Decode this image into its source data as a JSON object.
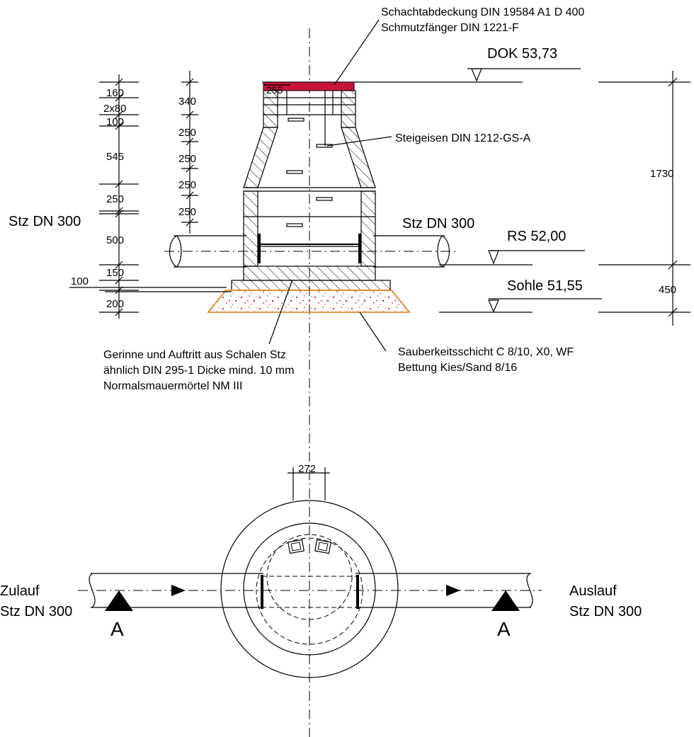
{
  "colors": {
    "lines": "#000000",
    "cover": "#c8143c",
    "bedding_outline": "#e07a10",
    "speckle": "#c8143c"
  },
  "labels": {
    "cover_line1": "Schachtabdeckung DIN 19584 A1 D 400",
    "cover_line2": "Schmutzfänger DIN 1221-F",
    "dok": "DOK 53,73",
    "steigeisen": "Steigeisen DIN 1212-GS-A",
    "stz_left": "Stz DN 300",
    "stz_right": "Stz DN 300",
    "rs": "RS 52,00",
    "sohle": "Sohle 51,55",
    "gerinne_line1": "Gerinne und Auftritt aus Schalen Stz",
    "gerinne_line2": "ähnlich DIN 295-1 Dicke mind. 10 mm",
    "gerinne_line3": "Normalsmauermörtel NM III",
    "sauber_line1": "Sauberkeitsschicht C 8/10, X0, WF",
    "sauber_line2": "Bettung Kies/Sand 8/16",
    "zulauf": "Zulauf",
    "zulauf_pipe": "Stz DN 300",
    "auslauf": "Auslauf",
    "auslauf_pipe": "Stz DN 300",
    "section_left": "A",
    "section_right": "A"
  },
  "dims": {
    "left_col": [
      "160",
      "2x80",
      "100",
      "545",
      "250",
      "500",
      "150",
      "100",
      "200"
    ],
    "mid_col": [
      "340",
      "250",
      "250",
      "250",
      "250"
    ],
    "top_255": "255",
    "right_1730": "1730",
    "right_450": "450",
    "plan_272": "272"
  }
}
